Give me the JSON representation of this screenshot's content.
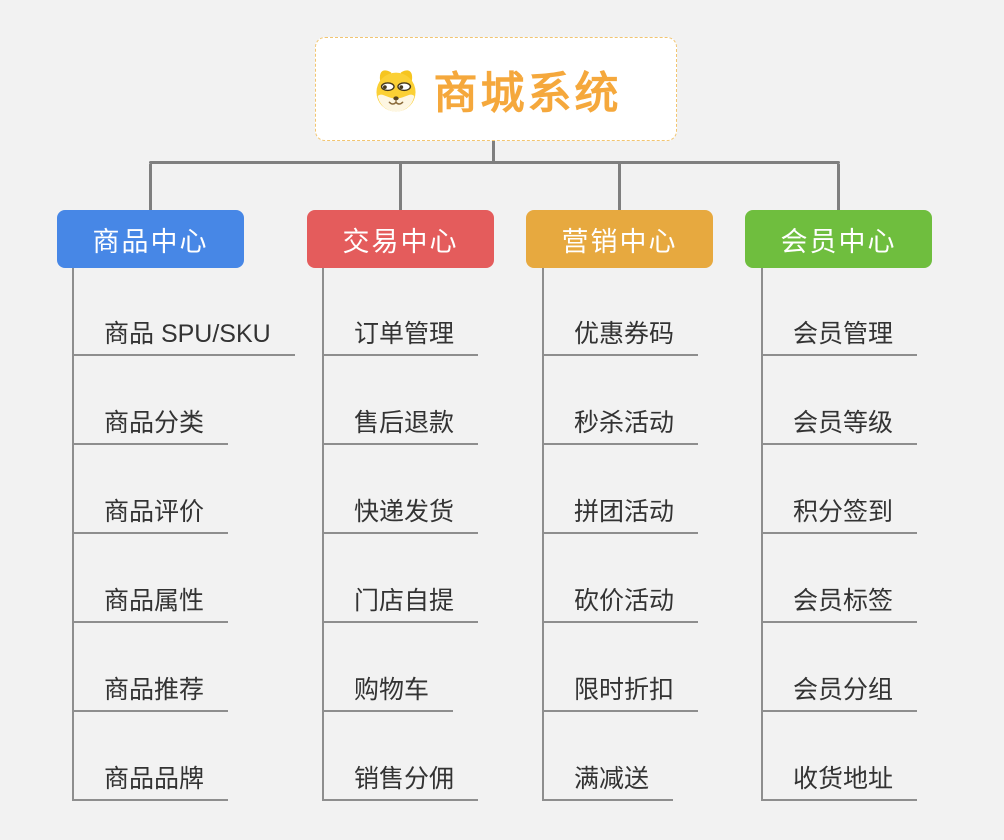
{
  "page": {
    "background_color": "#f2f2f2",
    "connector_color": "#7f7f7f",
    "line_color": "#8e8e8e",
    "leaf_text_color": "#333333"
  },
  "root": {
    "label": "商城系统",
    "text_color": "#f5a83c",
    "border_color": "#f2c571",
    "icon": "dog-face-icon"
  },
  "branches": [
    {
      "label": "商品中心",
      "color": "#4787e6",
      "items": [
        "商品 SPU/SKU",
        "商品分类",
        "商品评价",
        "商品属性",
        "商品推荐",
        "商品品牌"
      ]
    },
    {
      "label": "交易中心",
      "color": "#e45c5c",
      "items": [
        "订单管理",
        "售后退款",
        "快递发货",
        "门店自提",
        "购物车",
        "销售分佣"
      ]
    },
    {
      "label": "营销中心",
      "color": "#e7a93f",
      "items": [
        "优惠券码",
        "秒杀活动",
        "拼团活动",
        "砍价活动",
        "限时折扣",
        "满减送"
      ]
    },
    {
      "label": "会员中心",
      "color": "#6fbe3e",
      "items": [
        "会员管理",
        "会员等级",
        "积分签到",
        "会员标签",
        "会员分组",
        "收货地址"
      ]
    }
  ]
}
